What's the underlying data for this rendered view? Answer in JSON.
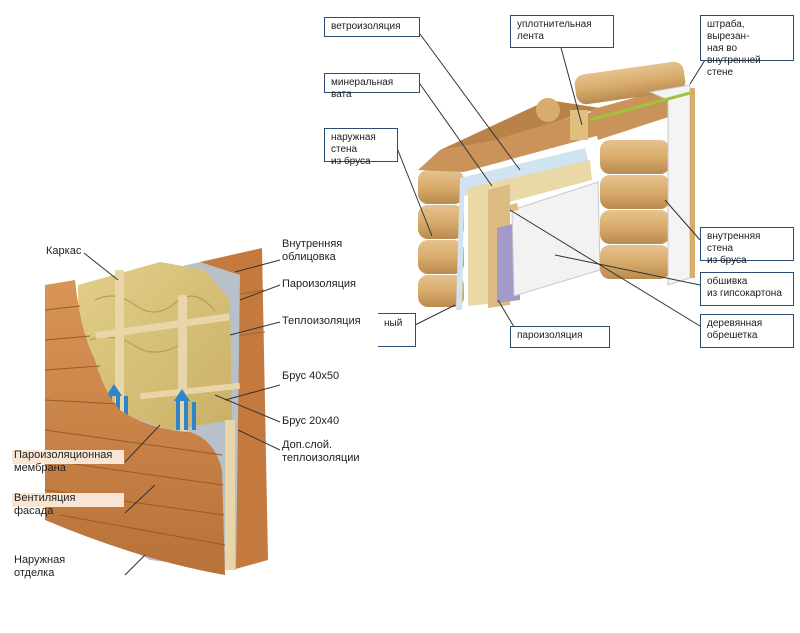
{
  "left_diagram": {
    "labels": {
      "karkas": "Каркас",
      "vnutr_oblic_1": "Внутренняя",
      "vnutr_oblic_2": "облицовка",
      "paroizol": "Пароизоляция",
      "teploizol": "Теплоизоляция",
      "brus4050": "Брус 40х50",
      "brus2040": "Брус 20х40",
      "dop_sloy_1": "Доп.слой.",
      "dop_sloy_2": "теплоизоляции",
      "membrana_1": "Пароизоляционная",
      "membrana_2": "мембрана",
      "vent_1": "Вентиляция",
      "vent_2": "фасада",
      "naruzh_1": "Наружная",
      "naruzh_2": "отделка"
    }
  },
  "right_diagram": {
    "labels": {
      "vetroizol": "ветроизоляция",
      "uplot_1": "уплотнительная",
      "uplot_2": "лента",
      "shtraba_1": "штраба, вырезан-",
      "shtraba_2": "ная во внутренней",
      "shtraba_3": "стене",
      "minvata": "минеральная вата",
      "naruzh_stena_1": "наружная стена",
      "naruzh_stena_2": "из бруса",
      "vnutr_stena_1": "внутренняя стена",
      "vnutr_stena_2": "из бруса",
      "obshivka_1": "обшивка",
      "obshivka_2": "из гипсокартона",
      "cut_label": "ный",
      "paroizol": "пароизоляция",
      "obreshetka_1": "деревянная",
      "obreshetka_2": "обрешетка"
    }
  },
  "colors": {
    "wood": "#c98548",
    "wood_dark": "#a8652f",
    "wool": "#d7c27a",
    "membrane": "#b9c3cc",
    "vent": "#2e86c8",
    "box_border": "#2b4d73",
    "leader": "#333333"
  }
}
